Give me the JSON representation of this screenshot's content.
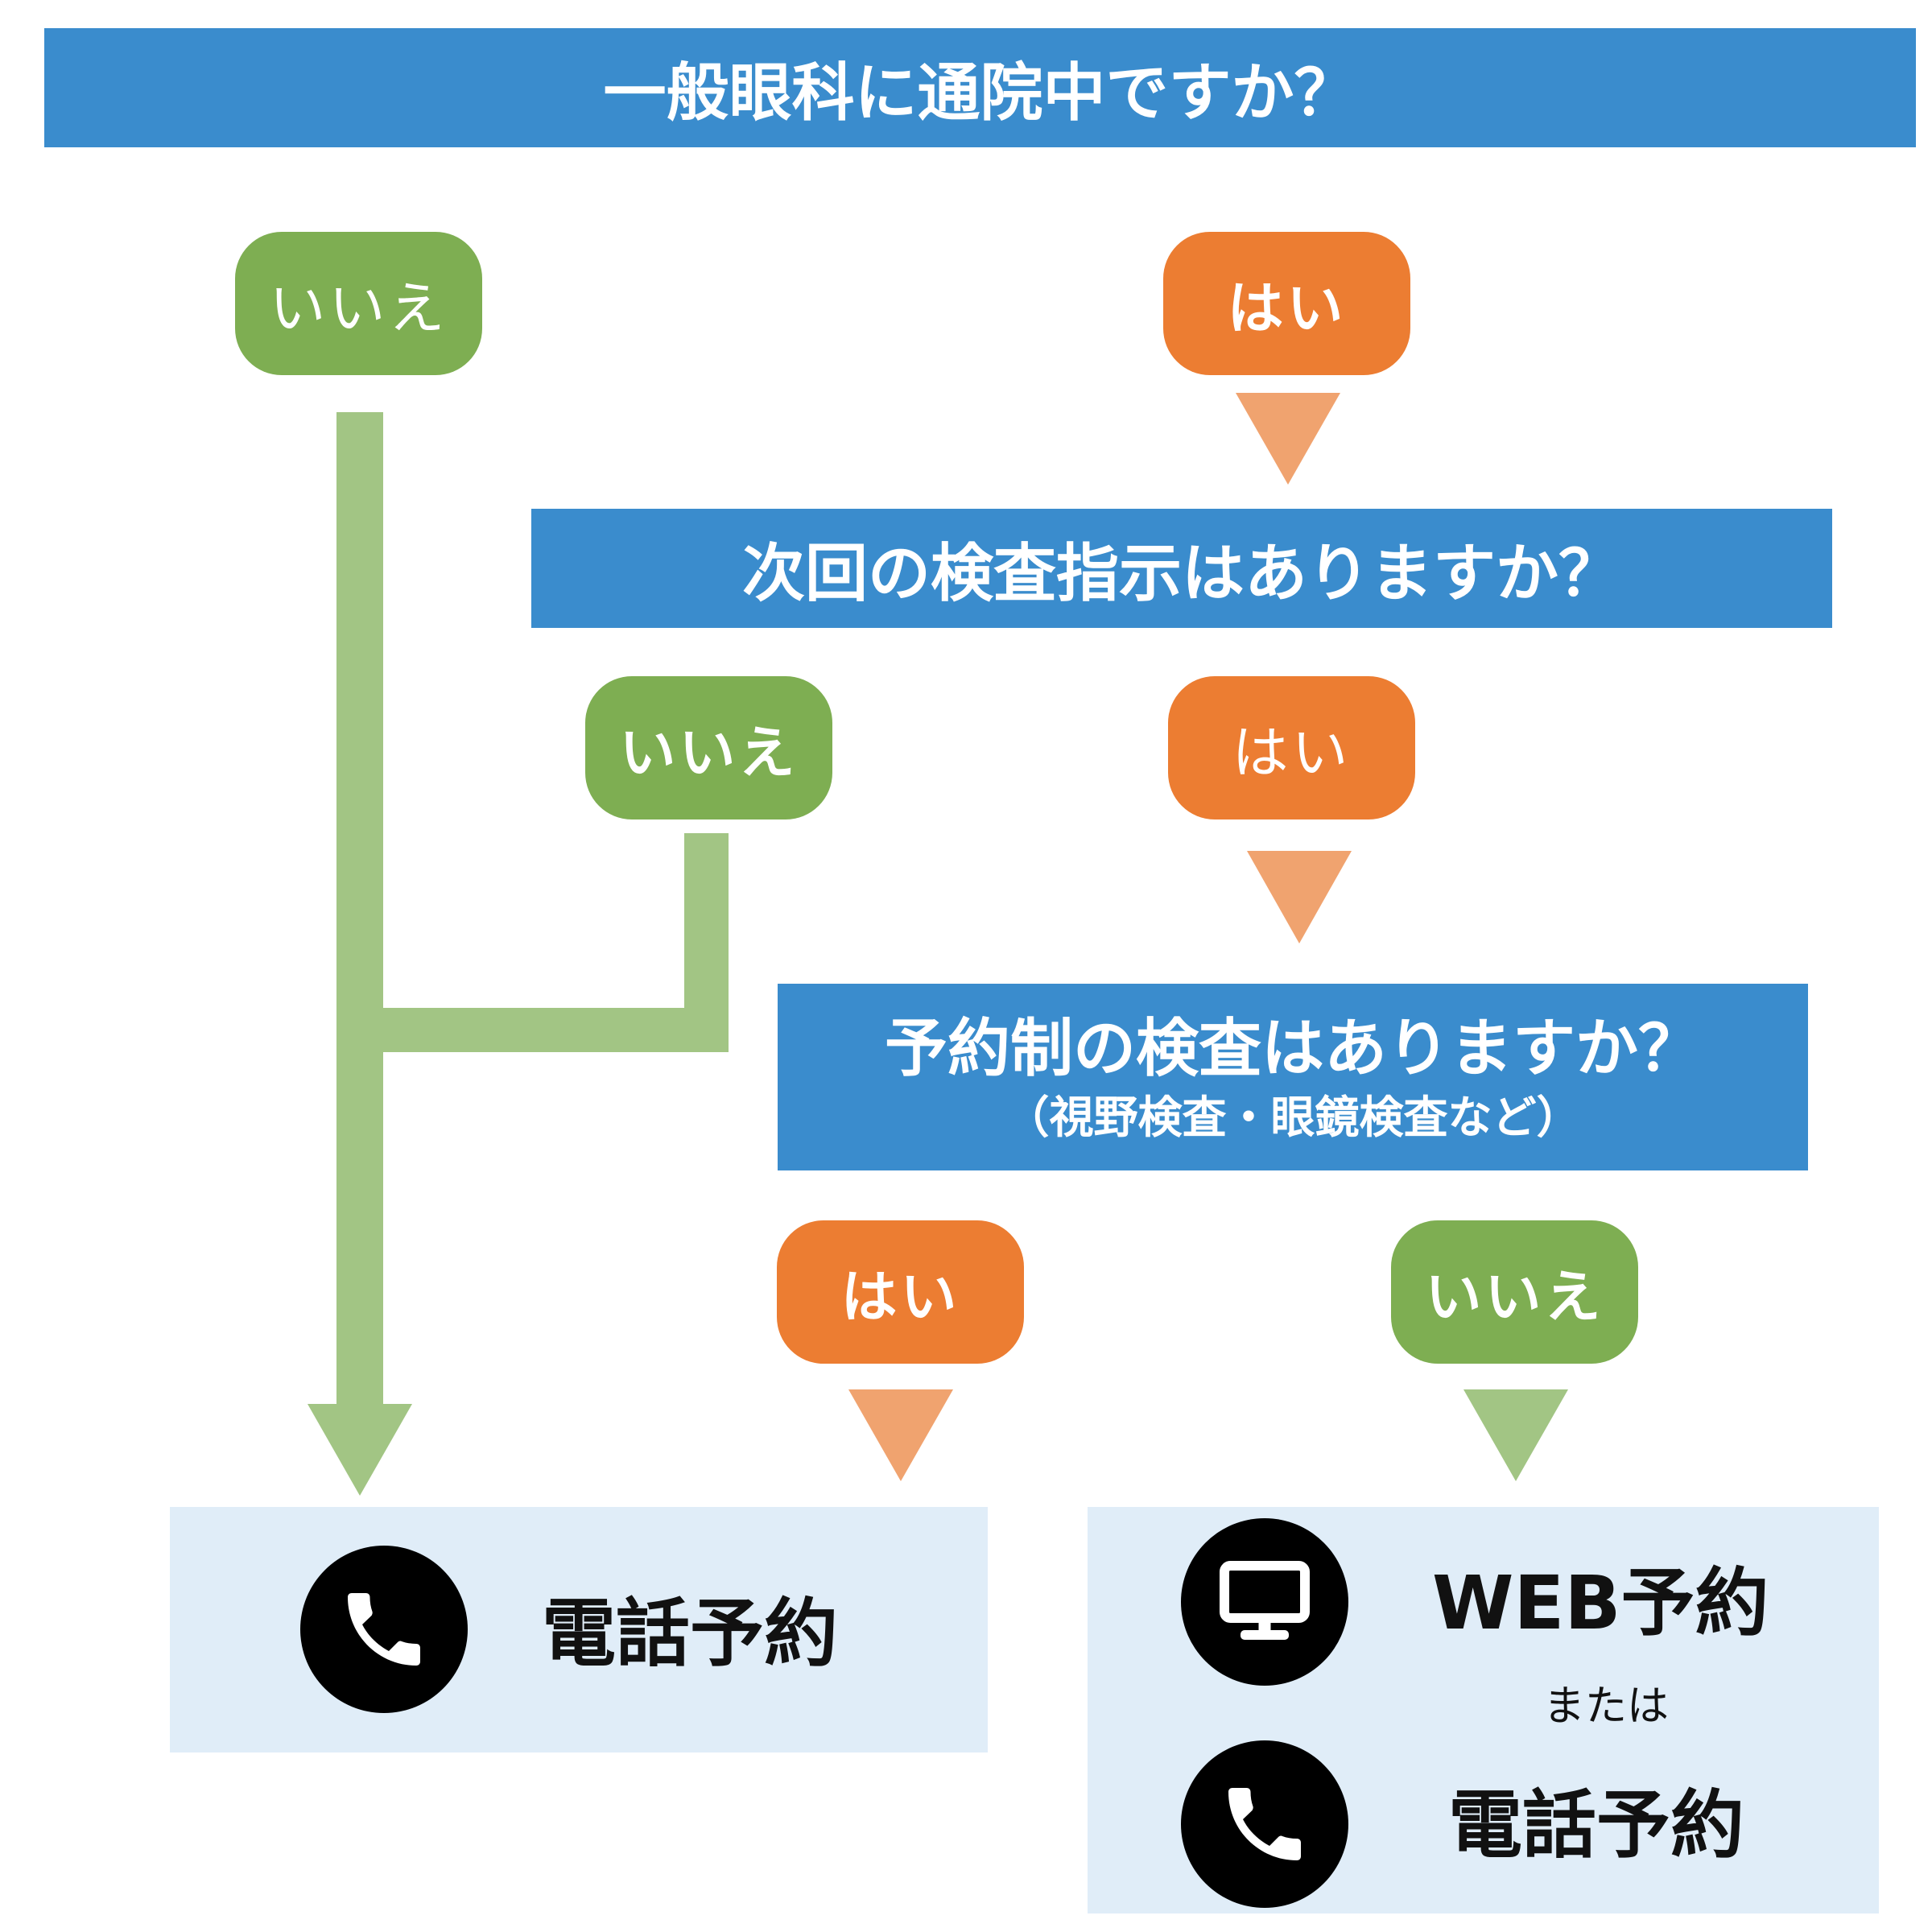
{
  "q1": {
    "text": "一般眼科に通院中ですか？"
  },
  "q2": {
    "text": "次回の検査指示はありますか？"
  },
  "q3": {
    "text": "予約制の検査はありますか？",
    "sub": "（視野検査・眼鏡検査など）"
  },
  "answers": {
    "q1_no": "いいえ",
    "q1_yes": "はい",
    "q2_no": "いいえ",
    "q2_yes": "はい",
    "q3_yes": "はい",
    "q3_no": "いいえ"
  },
  "results": {
    "left": {
      "label": "電話予約",
      "icon": "phone-icon"
    },
    "right": {
      "web_label": "WEB予約",
      "or_label": "または",
      "phone_label": "電話予約",
      "icons": [
        "monitor-icon",
        "phone-icon"
      ]
    }
  },
  "colors": {
    "question_bg": "#3a8ccd",
    "no_pill": "#7eae52",
    "yes_pill": "#ec7d32",
    "no_arrow": "#a2c584",
    "yes_arrow": "#f0a36f",
    "result_bg": "#e0edf8"
  }
}
